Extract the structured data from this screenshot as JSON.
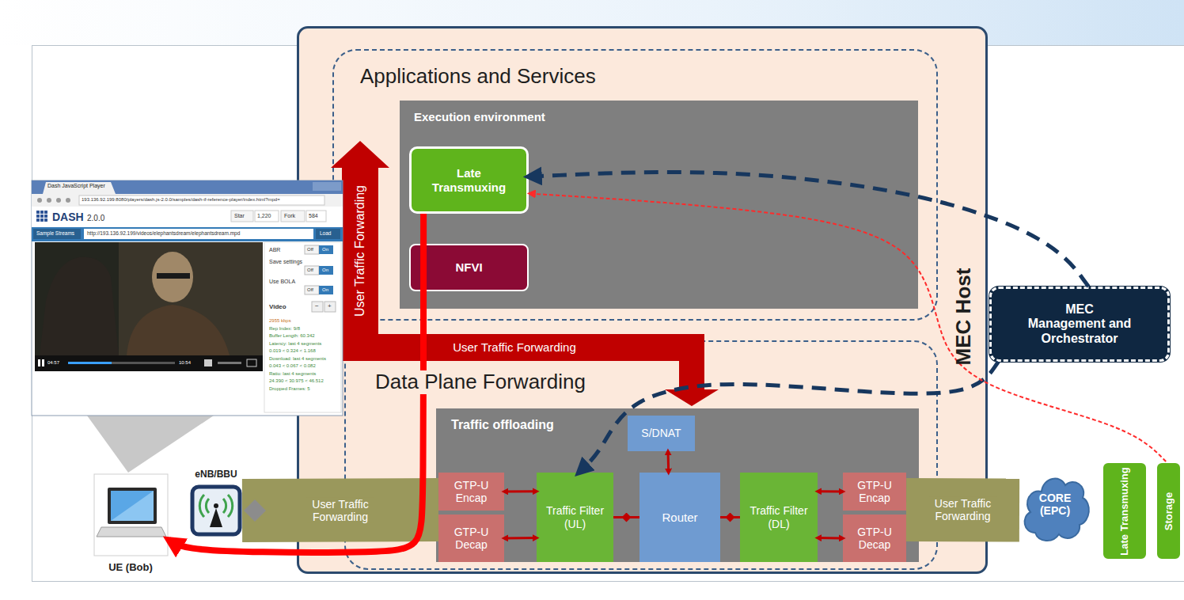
{
  "diagram": {
    "nodes": [
      {
        "text": [
          "MEC Host"
        ]
      },
      {
        "text": [
          "Applications and Services"
        ],
        "in": 0
      },
      {
        "text": [
          "Execution environment"
        ],
        "in": 1
      },
      {
        "text": [
          "Late Transmuxing"
        ],
        "in": 2
      },
      {
        "text": [
          "NFVI"
        ],
        "in": 2
      },
      {
        "text": [
          "Data Plane Forwarding"
        ],
        "in": 0
      },
      {
        "text": [
          "Traffic offloading"
        ],
        "in": 5
      },
      {
        "text": [
          "GTP-U Encap"
        ],
        "in": 6
      },
      {
        "text": [
          "GTP-U Decap"
        ],
        "in": 6
      },
      {
        "text": [
          "S/DNAT"
        ],
        "in": 6
      },
      {
        "text": [
          "Traffic Filter (UL)"
        ],
        "in": 6
      },
      {
        "text": [
          "Router"
        ],
        "in": 6
      },
      {
        "text": [
          "Traffic Filter (DL)"
        ],
        "in": 6
      },
      {
        "text": [
          "GTP-U Encap"
        ],
        "in": 6
      },
      {
        "text": [
          "GTP-U Decap"
        ],
        "in": 6
      },
      {
        "text": [
          "MEC Management and Orchestrator"
        ]
      },
      {
        "text": [
          "CORE (EPC)"
        ]
      },
      {
        "text": [
          "Late Transmuxing"
        ]
      },
      {
        "text": [
          "Storage"
        ]
      },
      {
        "text": [
          "eNB/BBU"
        ]
      },
      {
        "text": [
          "UE (Bob)"
        ]
      }
    ],
    "edges": [
      {
        "from": 19,
        "to": 7,
        "label": "User Traffic Forwarding",
        "arrow": "none"
      },
      {
        "from": 13,
        "to": 16,
        "label": "User Traffic Forwarding",
        "arrow": "none"
      },
      {
        "from": 7,
        "to": 10,
        "arrow": "both"
      },
      {
        "from": 8,
        "to": 10,
        "arrow": "both"
      },
      {
        "from": 10,
        "to": 11,
        "arrow": "none"
      },
      {
        "from": 11,
        "to": 12,
        "arrow": "none"
      },
      {
        "from": 12,
        "to": 13,
        "arrow": "both"
      },
      {
        "from": 12,
        "to": 14,
        "arrow": "both"
      },
      {
        "from": 9,
        "to": 11,
        "arrow": "both"
      },
      {
        "from": 15,
        "to": 3,
        "arrow": "to"
      },
      {
        "from": 15,
        "to": 10,
        "arrow": "to"
      },
      {
        "from": 18,
        "to": 3,
        "arrow": "to"
      },
      {
        "from": 3,
        "to": 20,
        "arrow": "to"
      }
    ],
    "labels": [
      "User Traffic Forwarding",
      "User Traffic Forwarding",
      "Dash JavaScript Player",
      "193.136.92.199:8080/players/dash.js-2.0.0/samples/dash-if-reference-player/index.html?mpd=",
      "DASH",
      "2.0.0",
      "Star",
      "1,220",
      "Fork",
      "584",
      "Sample Streams",
      "http://193.136.92.199/videos/elephantsdream/elephantsdream.mpd",
      "Load",
      "ABR",
      "Off",
      "On",
      "Save settings",
      "Off",
      "On",
      "Use BOLA",
      "Off",
      "On",
      "Video",
      "−",
      "+",
      "2955 kbps",
      "Rep Index: 9/8",
      "Buffer Length: 60.342",
      "Latency: last 4 segments",
      "0.019 < 0.324 < 1.168",
      "Download: last 4 segments",
      "0.043 < 0.067 < 0.082",
      "Ratio: last 4 segments",
      "24.390 < 30.975 < 46.512",
      "Dropped Frames: 5",
      "04:57",
      "10:54"
    ]
  }
}
